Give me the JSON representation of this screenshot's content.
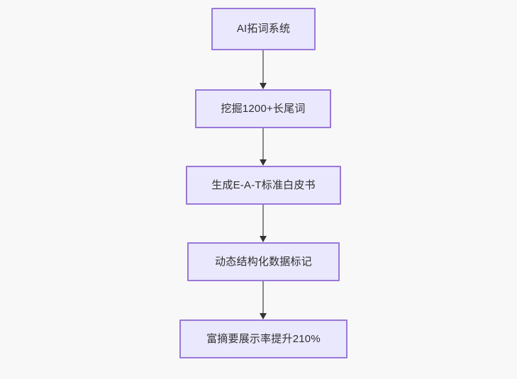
{
  "diagram": {
    "type": "flowchart",
    "orientation": "top-to-bottom",
    "background_color": "#f8f8f9",
    "node_fill_color": "#eae8fc",
    "node_border_color": "#9a78d8",
    "node_text_color": "#303030",
    "connector_color": "#888888",
    "arrowhead_color": "#333333",
    "nodes": [
      {
        "id": "node-1",
        "label": "AI拓词系统"
      },
      {
        "id": "node-2",
        "label": "挖掘1200+长尾词"
      },
      {
        "id": "node-3",
        "label": "生成E-A-T标准白皮书"
      },
      {
        "id": "node-4",
        "label": "动态结构化数据标记"
      },
      {
        "id": "node-5",
        "label": "富摘要展示率提升210%"
      }
    ],
    "edges": [
      {
        "id": "edge-1",
        "from": "node-1",
        "to": "node-2",
        "label": ""
      },
      {
        "id": "edge-2",
        "from": "node-2",
        "to": "node-3",
        "label": ""
      },
      {
        "id": "edge-3",
        "from": "node-3",
        "to": "node-4",
        "label": ""
      },
      {
        "id": "edge-4",
        "from": "node-4",
        "to": "node-5",
        "label": ""
      }
    ]
  }
}
